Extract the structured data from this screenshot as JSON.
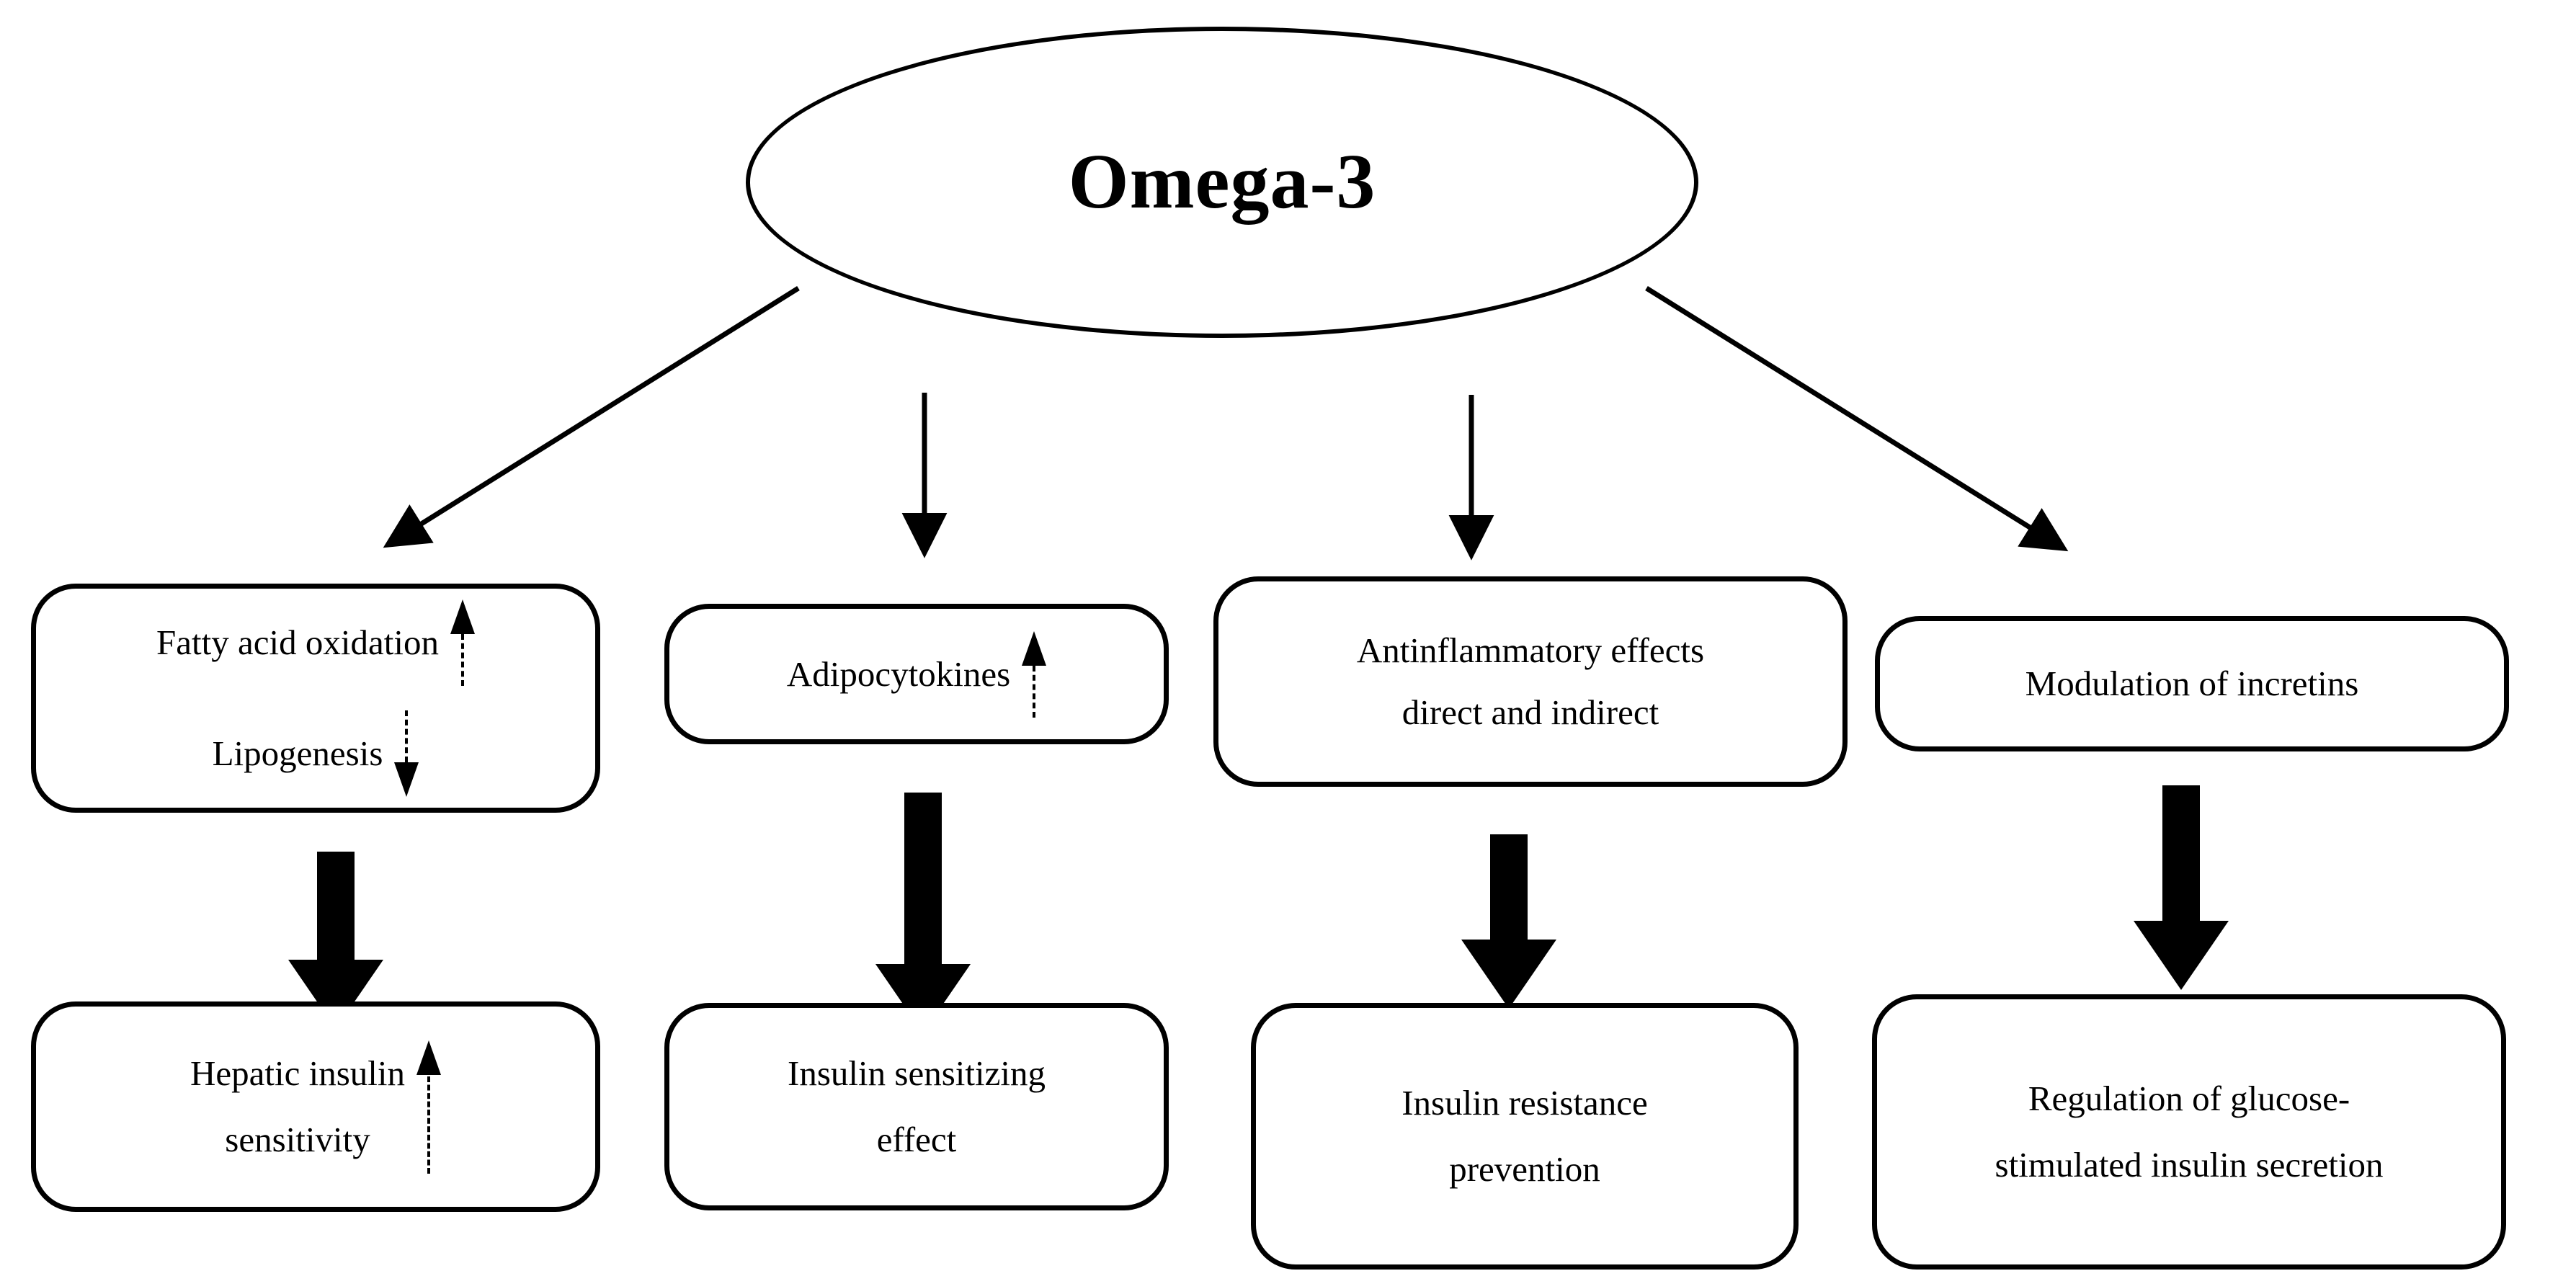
{
  "diagram": {
    "title": "Omega-3",
    "root": {
      "label": "Omega-3",
      "shape": "ellipse"
    },
    "mechanisms": [
      {
        "id": "fatty-acid",
        "lines": [
          {
            "text": "Fatty acid oxidation",
            "trend": "up"
          },
          {
            "text": "Lipogenesis",
            "trend": "down"
          }
        ]
      },
      {
        "id": "adipocytokines",
        "lines": [
          {
            "text": "Adipocytokines",
            "trend": "up"
          }
        ]
      },
      {
        "id": "antinflammatory",
        "lines": [
          {
            "text": "Antinflammatory effects",
            "trend": "none"
          },
          {
            "text": "direct and indirect",
            "trend": "none"
          }
        ]
      },
      {
        "id": "incretins",
        "lines": [
          {
            "text": "Modulation of incretins",
            "trend": "none"
          }
        ]
      }
    ],
    "outcomes": [
      {
        "id": "hepatic-insulin-sensitivity",
        "lines": [
          {
            "text": "Hepatic insulin",
            "trend": "up-tall"
          },
          {
            "text": "sensitivity",
            "trend": "none"
          }
        ]
      },
      {
        "id": "insulin-sensitizing-effect",
        "lines": [
          {
            "text": "Insulin sensitizing",
            "trend": "none"
          },
          {
            "text": "effect",
            "trend": "none"
          }
        ]
      },
      {
        "id": "insulin-resistance-prevention",
        "lines": [
          {
            "text": "Insulin resistance",
            "trend": "none"
          },
          {
            "text": "prevention",
            "trend": "none"
          }
        ]
      },
      {
        "id": "glucose-stimulated-insulin-secretion",
        "lines": [
          {
            "text": "Regulation of glucose-",
            "trend": "none"
          },
          {
            "text": "stimulated insulin secretion",
            "trend": "none"
          }
        ]
      }
    ],
    "colors": {
      "stroke": "#000000",
      "fill": "#ffffff",
      "text": "#000000"
    }
  }
}
